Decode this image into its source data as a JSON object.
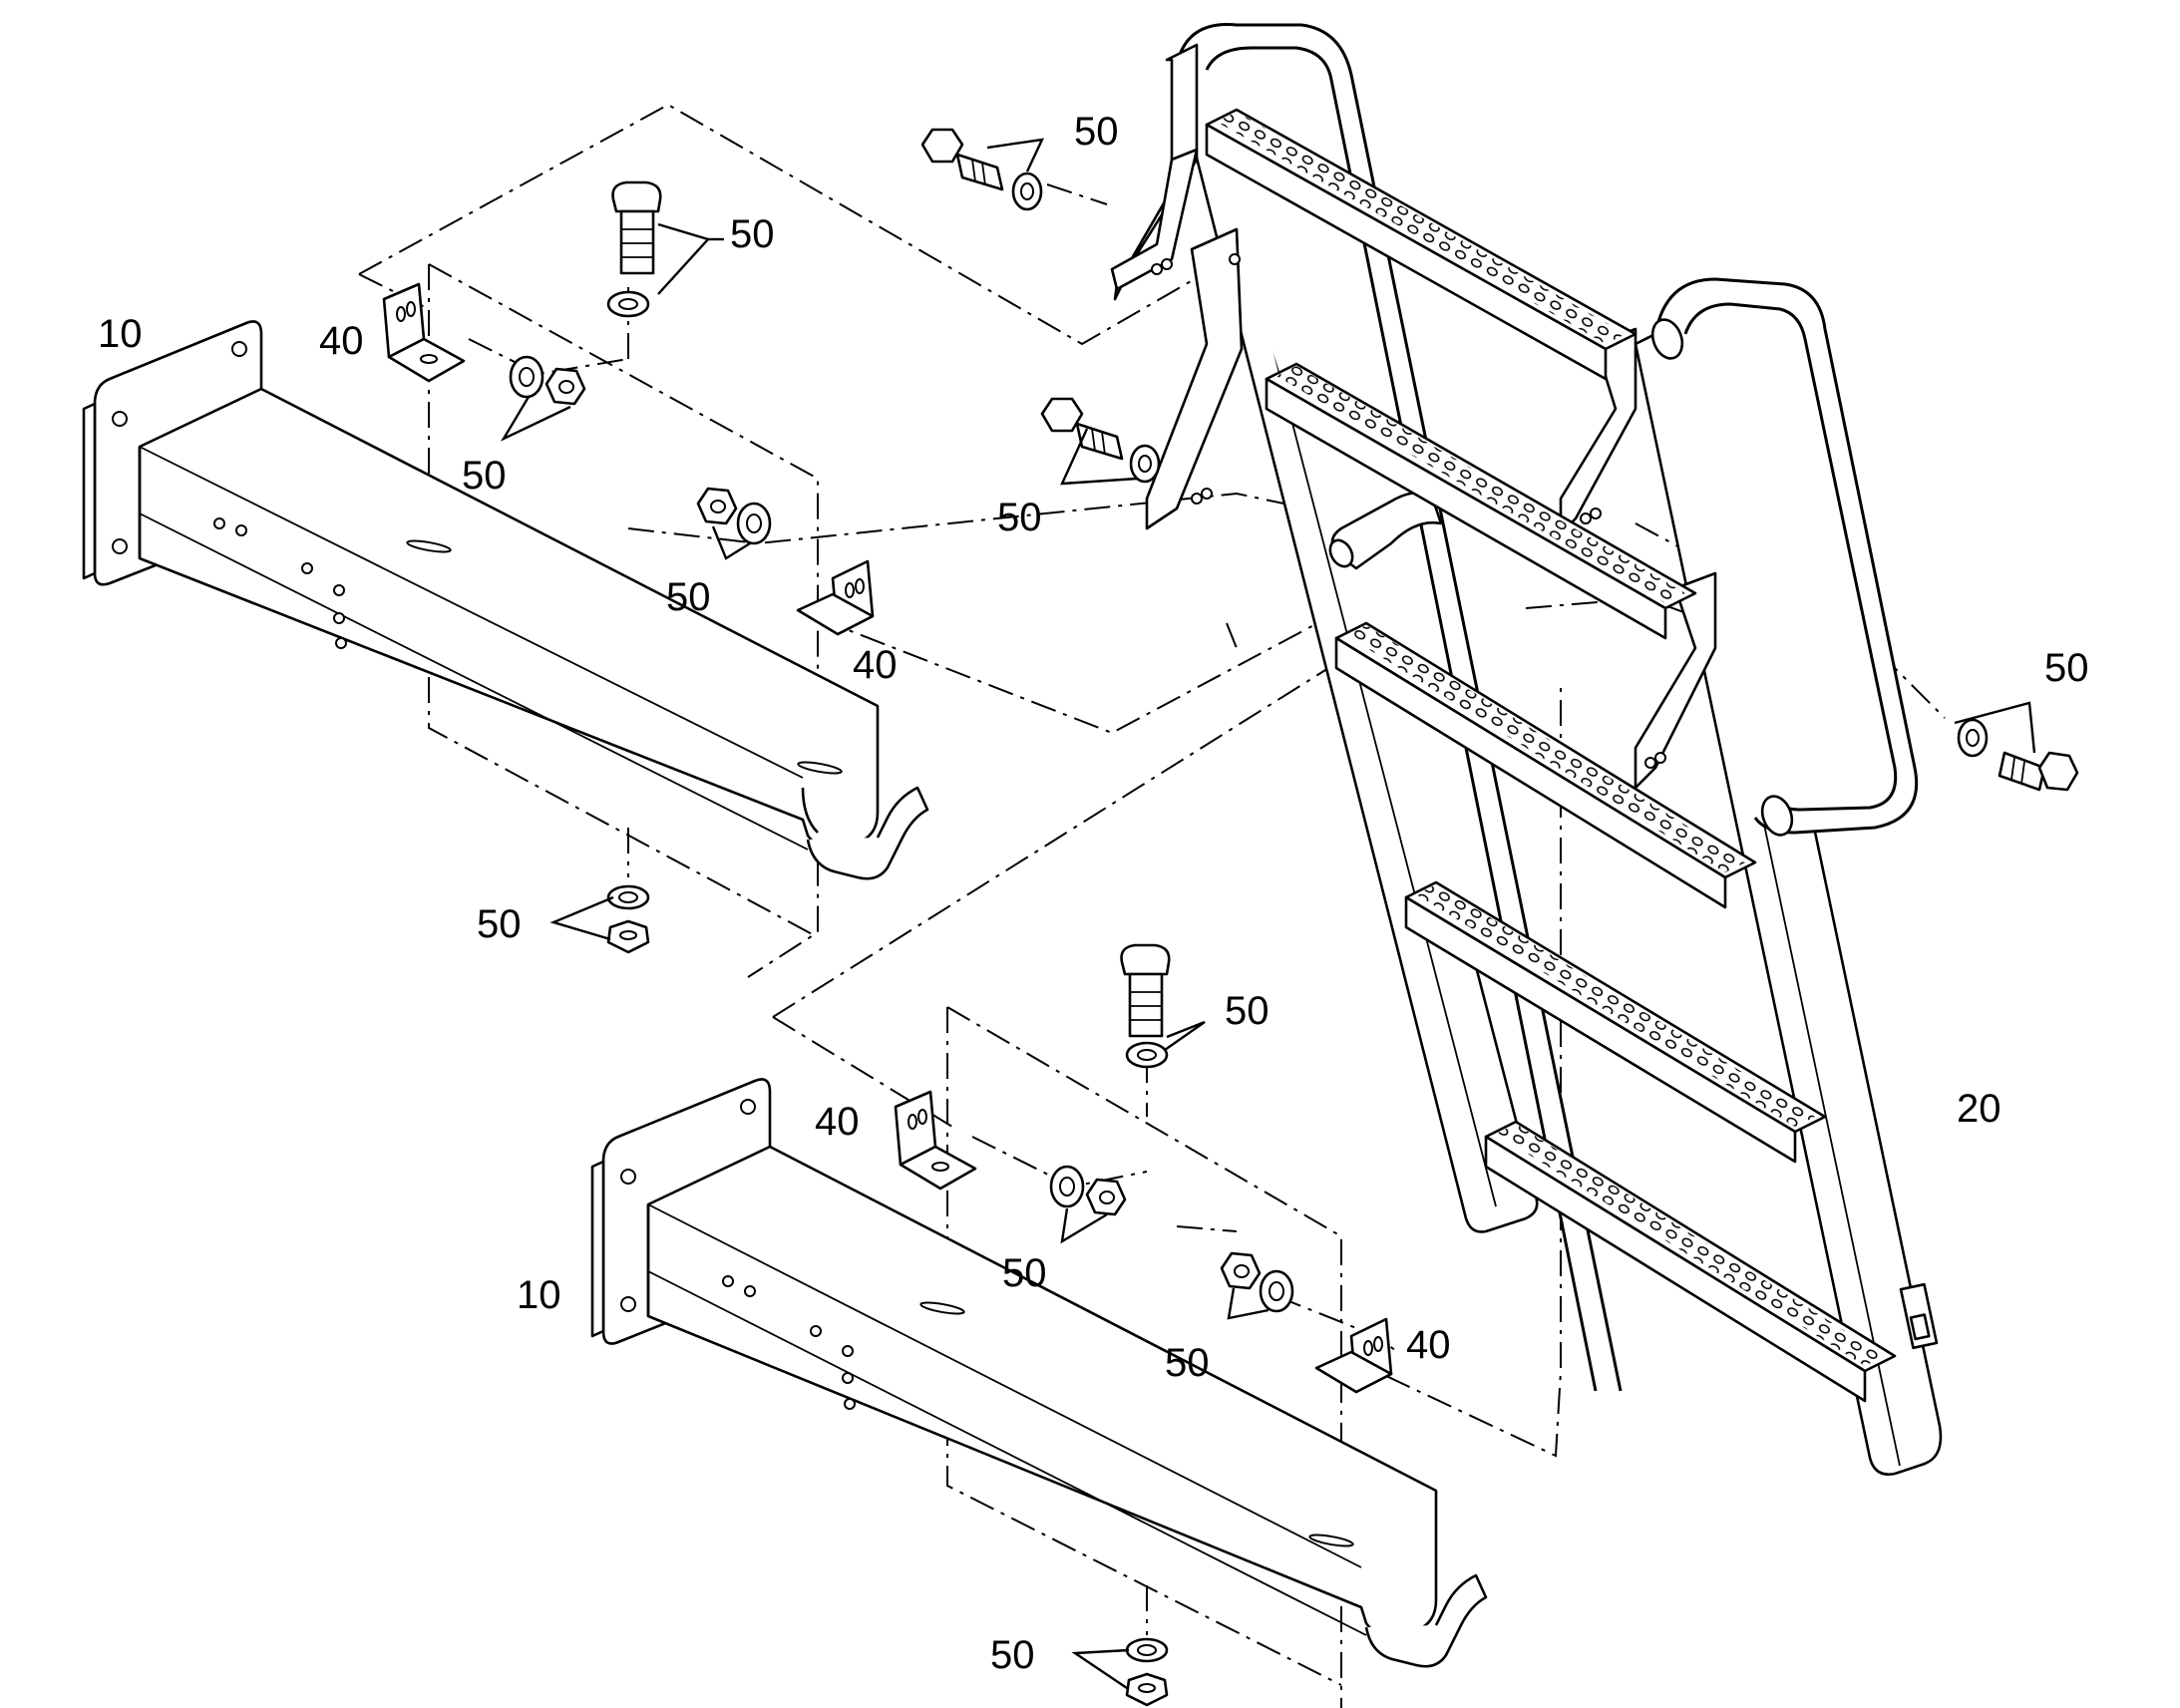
{
  "callouts": {
    "beam": "10",
    "ladder": "20",
    "bracket": "40",
    "hardware": "50"
  }
}
